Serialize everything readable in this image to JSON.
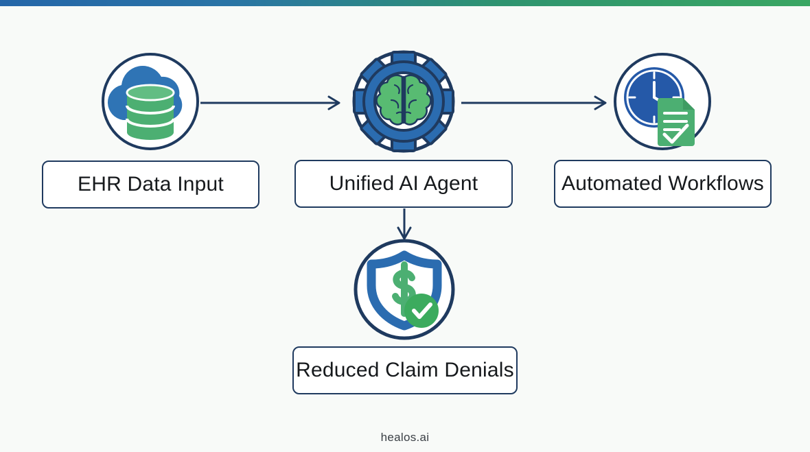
{
  "page": {
    "background_color": "#f8faf8",
    "accent_blue": "#2566a8",
    "accent_green": "#3aa663",
    "outline_navy": "#1f3a5f"
  },
  "topbar": {
    "gradient_from": "#2566a8",
    "gradient_to": "#3aa663"
  },
  "diagram": {
    "type": "flowchart",
    "nodes": [
      {
        "id": "ehr",
        "label": "EHR Data Input",
        "icon": "cloud-database-icon",
        "icon_colors": {
          "cloud": "#2f74b5",
          "database": "#4caf72"
        }
      },
      {
        "id": "agent",
        "label": "Unified AI Agent",
        "icon": "gear-brain-icon",
        "icon_colors": {
          "gear": "#2b6cb0",
          "brain": "#4caf72"
        }
      },
      {
        "id": "workflows",
        "label": "Automated Workflows",
        "icon": "clock-document-check-icon",
        "icon_colors": {
          "clock": "#2559a8",
          "document": "#4caf72"
        }
      },
      {
        "id": "denials",
        "label": "Reduced Claim Denials",
        "icon": "shield-dollar-check-icon",
        "icon_colors": {
          "shield": "#2b6cb0",
          "dollar": "#4caf72",
          "check": "#3cab5e"
        }
      }
    ],
    "edges": [
      {
        "from": "ehr",
        "to": "agent",
        "direction": "right"
      },
      {
        "from": "agent",
        "to": "workflows",
        "direction": "right"
      },
      {
        "from": "agent",
        "to": "denials",
        "direction": "down"
      }
    ]
  },
  "footer": {
    "text": "healos.ai"
  }
}
